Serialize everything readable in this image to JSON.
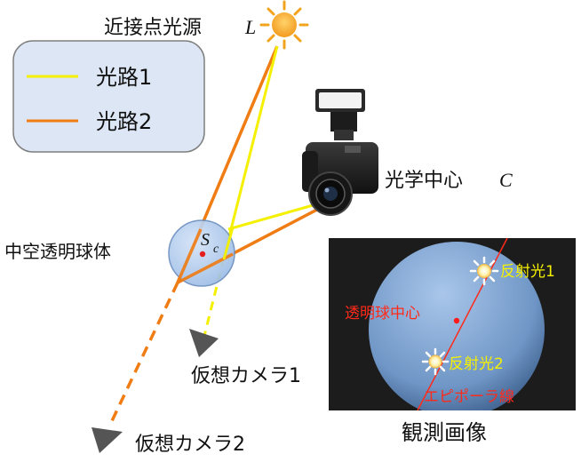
{
  "light_source": {
    "label": "近接点光源",
    "symbol": "L"
  },
  "legend": {
    "items": [
      {
        "label": "光路1",
        "color": "#f5f000"
      },
      {
        "label": "光路2",
        "color": "#f07c14"
      }
    ]
  },
  "camera": {
    "label": "光学中心",
    "symbol": "C"
  },
  "sphere": {
    "label": "中空透明球体",
    "center_symbol": "S",
    "center_subscript": "c"
  },
  "virtual_cameras": [
    {
      "label": "仮想カメラ1"
    },
    {
      "label": "仮想カメラ2"
    }
  ],
  "observed_image": {
    "caption": "観測画像",
    "sphere_center_label": "透明球中心",
    "reflection_1": "反射光1",
    "reflection_2": "反射光2",
    "epipolar_label": "エピポーラ線"
  },
  "colors": {
    "path1": "#f5f000",
    "path2": "#f07c14",
    "epipolar": "#ff2a1a",
    "inset_background": "#1c1c1c",
    "sphere_fill": "#a9c7ec"
  }
}
